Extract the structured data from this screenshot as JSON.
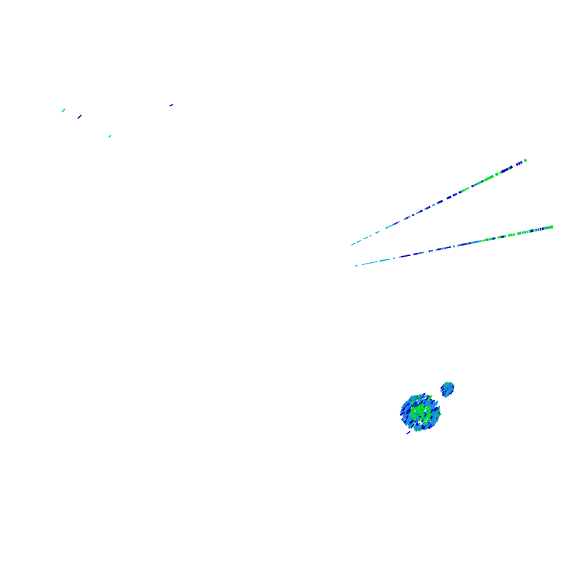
{
  "layer": {
    "kind": "radar-reflectivity-overlay",
    "background": "#ffffff",
    "legend_colors": {
      "light": "#00e030",
      "medium": "#1e88e5",
      "dark": "#0000c8",
      "faint": "#00b4e0"
    }
  },
  "features": [
    {
      "name": "isolated-echo-nw-1",
      "type": "fragment"
    },
    {
      "name": "isolated-echo-nw-2",
      "type": "fragment"
    },
    {
      "name": "isolated-echo-nw-3",
      "type": "fragment"
    },
    {
      "name": "isolated-echo-nw-4",
      "type": "fragment"
    },
    {
      "name": "radial-streak-upper",
      "type": "streak"
    },
    {
      "name": "radial-streak-lower",
      "type": "streak"
    },
    {
      "name": "echo-cluster-main",
      "type": "cluster"
    },
    {
      "name": "echo-cluster-small",
      "type": "cluster"
    }
  ]
}
